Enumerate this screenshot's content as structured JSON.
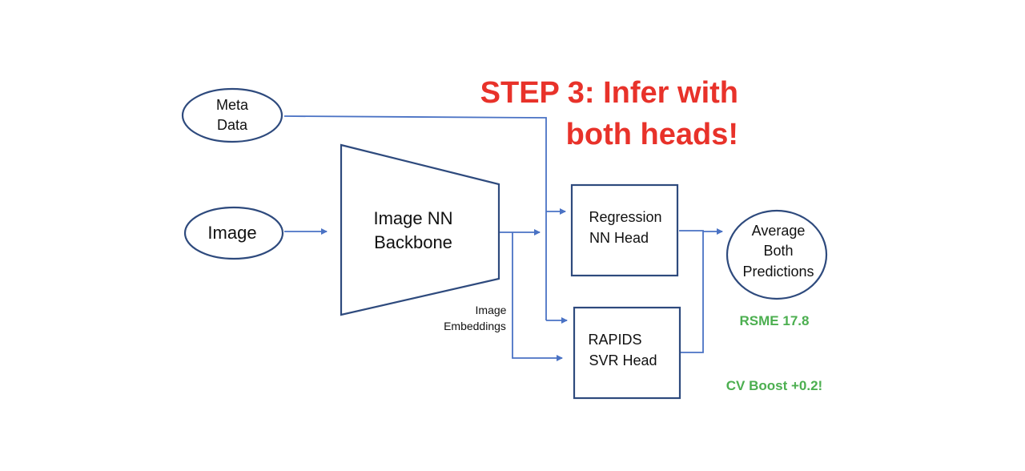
{
  "title": {
    "line1": "STEP 3: Infer with",
    "line2": "both heads!",
    "color": "#e8322a"
  },
  "nodes": {
    "meta_data": {
      "line1": "Meta",
      "line2": "Data"
    },
    "image": {
      "label": "Image"
    },
    "backbone": {
      "line1": "Image NN",
      "line2": "Backbone"
    },
    "embeddings": {
      "line1": "Image",
      "line2": "Embeddings"
    },
    "regression_head": {
      "line1": "Regression",
      "line2": "NN Head"
    },
    "svr_head": {
      "line1": "RAPIDS",
      "line2": "SVR Head"
    },
    "average": {
      "line1": "Average",
      "line2": "Both",
      "line3": "Predictions"
    }
  },
  "metrics": {
    "rsme": "RSME 17.8",
    "cv_boost": "CV Boost +0.2!",
    "color": "#4caf50"
  },
  "colors": {
    "shape_stroke": "#2e4a7d",
    "edge_stroke": "#4a72c4"
  }
}
